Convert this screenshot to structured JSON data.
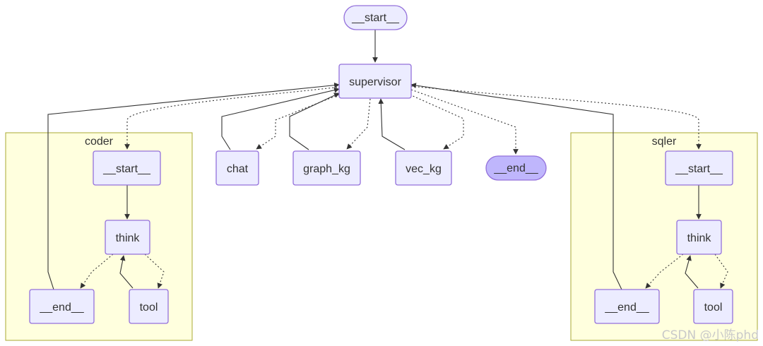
{
  "nodes": {
    "start_main": "__start__",
    "supervisor": "supervisor",
    "chat": "chat",
    "graph_kg": "graph_kg",
    "vec_kg": "vec_kg",
    "end_main": "__end__",
    "coder_start": "__start__",
    "coder_think": "think",
    "coder_end": "__end__",
    "coder_tool": "tool",
    "sqler_start": "__start__",
    "sqler_think": "think",
    "sqler_end": "__end__",
    "sqler_tool": "tool"
  },
  "clusters": {
    "coder": "coder",
    "sqler": "sqler"
  },
  "edges": [
    {
      "from": "__start__",
      "to": "supervisor",
      "style": "solid"
    },
    {
      "from": "supervisor",
      "to": "coder",
      "style": "dotted"
    },
    {
      "from": "supervisor",
      "to": "chat",
      "style": "dotted"
    },
    {
      "from": "supervisor",
      "to": "graph_kg",
      "style": "dotted"
    },
    {
      "from": "supervisor",
      "to": "vec_kg",
      "style": "dotted"
    },
    {
      "from": "supervisor",
      "to": "__end__",
      "style": "dotted"
    },
    {
      "from": "supervisor",
      "to": "sqler",
      "style": "dotted"
    },
    {
      "from": "coder",
      "to": "supervisor",
      "style": "solid"
    },
    {
      "from": "chat",
      "to": "supervisor",
      "style": "solid"
    },
    {
      "from": "graph_kg",
      "to": "supervisor",
      "style": "solid"
    },
    {
      "from": "vec_kg",
      "to": "supervisor",
      "style": "solid"
    },
    {
      "from": "sqler",
      "to": "supervisor",
      "style": "solid"
    },
    {
      "from": "coder.__start__",
      "to": "coder.think",
      "style": "solid"
    },
    {
      "from": "coder.think",
      "to": "coder.__end__",
      "style": "dotted"
    },
    {
      "from": "coder.think",
      "to": "coder.tool",
      "style": "dotted"
    },
    {
      "from": "coder.tool",
      "to": "coder.think",
      "style": "solid"
    },
    {
      "from": "sqler.__start__",
      "to": "sqler.think",
      "style": "solid"
    },
    {
      "from": "sqler.think",
      "to": "sqler.__end__",
      "style": "dotted"
    },
    {
      "from": "sqler.think",
      "to": "sqler.tool",
      "style": "dotted"
    },
    {
      "from": "sqler.tool",
      "to": "sqler.think",
      "style": "solid"
    }
  ],
  "colors": {
    "node_fill": "#ECECFF",
    "node_stroke": "#9370DB",
    "end_fill": "#BFB6FC",
    "cluster_fill": "#FFFFDE",
    "cluster_stroke": "#AAAA33",
    "edge": "#333333",
    "text": "#333333",
    "watermark": "#c9c9c9"
  },
  "watermark": "CSDN @小陈phd"
}
